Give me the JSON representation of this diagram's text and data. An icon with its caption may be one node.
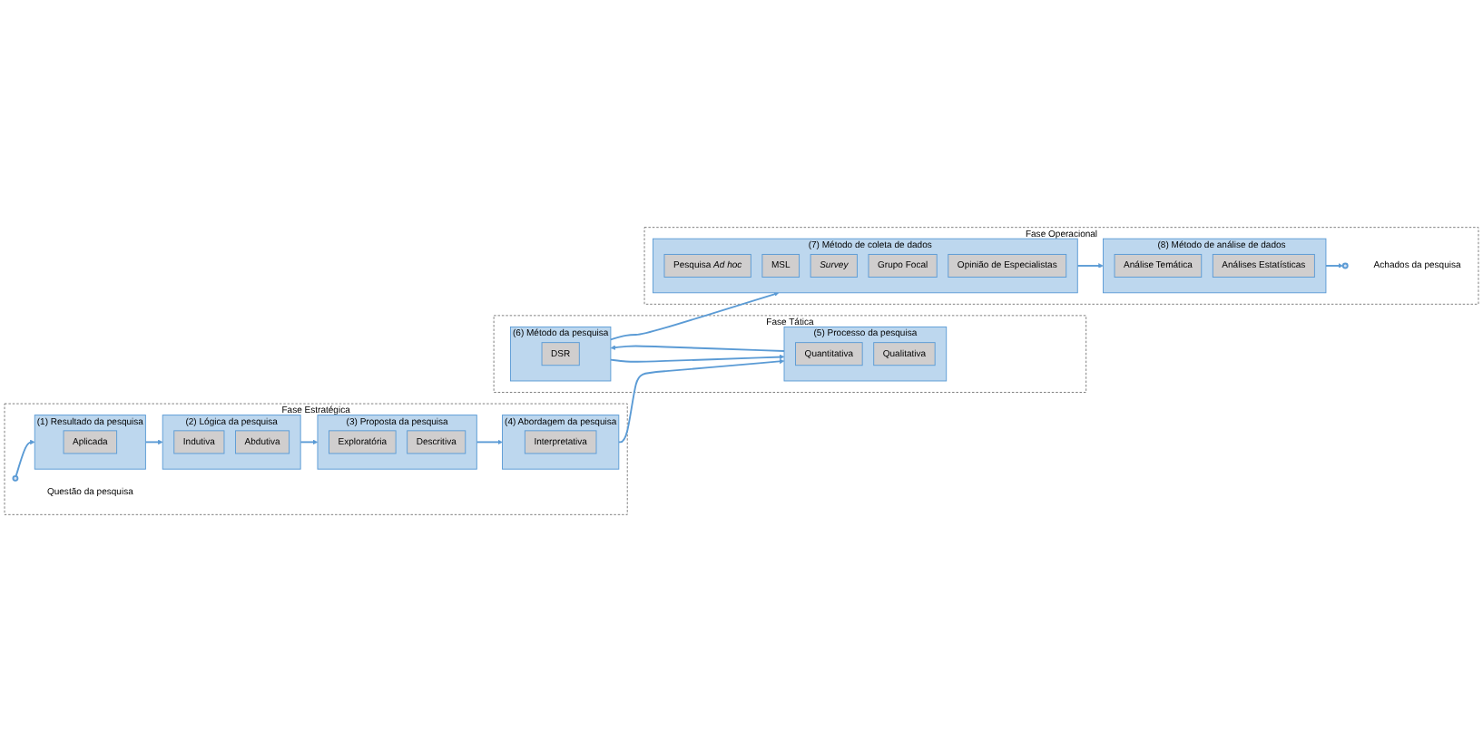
{
  "diagram": {
    "nodes": [
      {
        "text": [
          "Fase Estratégica"
        ]
      },
      {
        "text": [],
        "shape": "circle",
        "beside": [
          "Questão da pesquisa"
        ],
        "in": 0
      },
      {
        "text": [
          "(1) Resultado da pesquisa"
        ],
        "in": 0
      },
      {
        "text": [
          "Aplicada"
        ],
        "in": 2
      },
      {
        "text": [
          "(2) Lógica da pesquisa"
        ],
        "in": 0
      },
      {
        "text": [
          "Indutiva"
        ],
        "in": 4
      },
      {
        "text": [
          "Abdutiva"
        ],
        "in": 4
      },
      {
        "text": [
          "(3) Proposta da pesquisa"
        ],
        "in": 0
      },
      {
        "text": [
          "Exploratória"
        ],
        "in": 7
      },
      {
        "text": [
          "Descritiva"
        ],
        "in": 7
      },
      {
        "text": [
          "(4) Abordagem da pesquisa"
        ],
        "in": 0
      },
      {
        "text": [
          "Interpretativa"
        ],
        "in": 10
      },
      {
        "text": [
          "Fase Tática"
        ]
      },
      {
        "text": [
          "(5) Processo da pesquisa"
        ],
        "in": 12
      },
      {
        "text": [
          "Quantitativa"
        ],
        "in": 13
      },
      {
        "text": [
          "Qualitativa"
        ],
        "in": 13
      },
      {
        "text": [
          "(6) Método da pesquisa"
        ],
        "in": 12
      },
      {
        "text": [
          "DSR"
        ],
        "in": 16
      },
      {
        "text": [
          "Fase Operacional"
        ]
      },
      {
        "text": [
          "(7) Método de coleta de dados"
        ],
        "in": 18
      },
      {
        "text": [
          "Pesquisa *Ad hoc*"
        ],
        "in": 19
      },
      {
        "text": [
          "MSL"
        ],
        "in": 19
      },
      {
        "text": [
          "Survey"
        ],
        "in": 19
      },
      {
        "text": [
          "Grupo Focal"
        ],
        "in": 19
      },
      {
        "text": [
          "Opinião de Especialistas"
        ],
        "in": 19
      },
      {
        "text": [
          "(8) Método de análise de dados"
        ],
        "in": 18
      },
      {
        "text": [
          "Análise Temática"
        ],
        "in": 25
      },
      {
        "text": [
          "Análises Estatísticas"
        ],
        "in": 25
      },
      {
        "text": [],
        "shape": "circle",
        "beside": [
          "Achados da pesquisa"
        ],
        "in": 18
      }
    ],
    "edges": [
      {
        "from": 1,
        "to": 2,
        "arrow": "to"
      },
      {
        "from": 2,
        "to": 4,
        "arrow": "to"
      },
      {
        "from": 4,
        "to": 7,
        "arrow": "to"
      },
      {
        "from": 7,
        "to": 10,
        "arrow": "to"
      },
      {
        "from": 10,
        "to": 13,
        "arrow": "to"
      },
      {
        "from": 13,
        "to": 16,
        "arrow": "to"
      },
      {
        "from": 16,
        "to": 13,
        "arrow": "to"
      },
      {
        "from": 16,
        "to": 19,
        "arrow": "to"
      },
      {
        "from": 19,
        "to": 25,
        "arrow": "to"
      },
      {
        "from": 25,
        "to": 28,
        "arrow": "to"
      }
    ]
  }
}
